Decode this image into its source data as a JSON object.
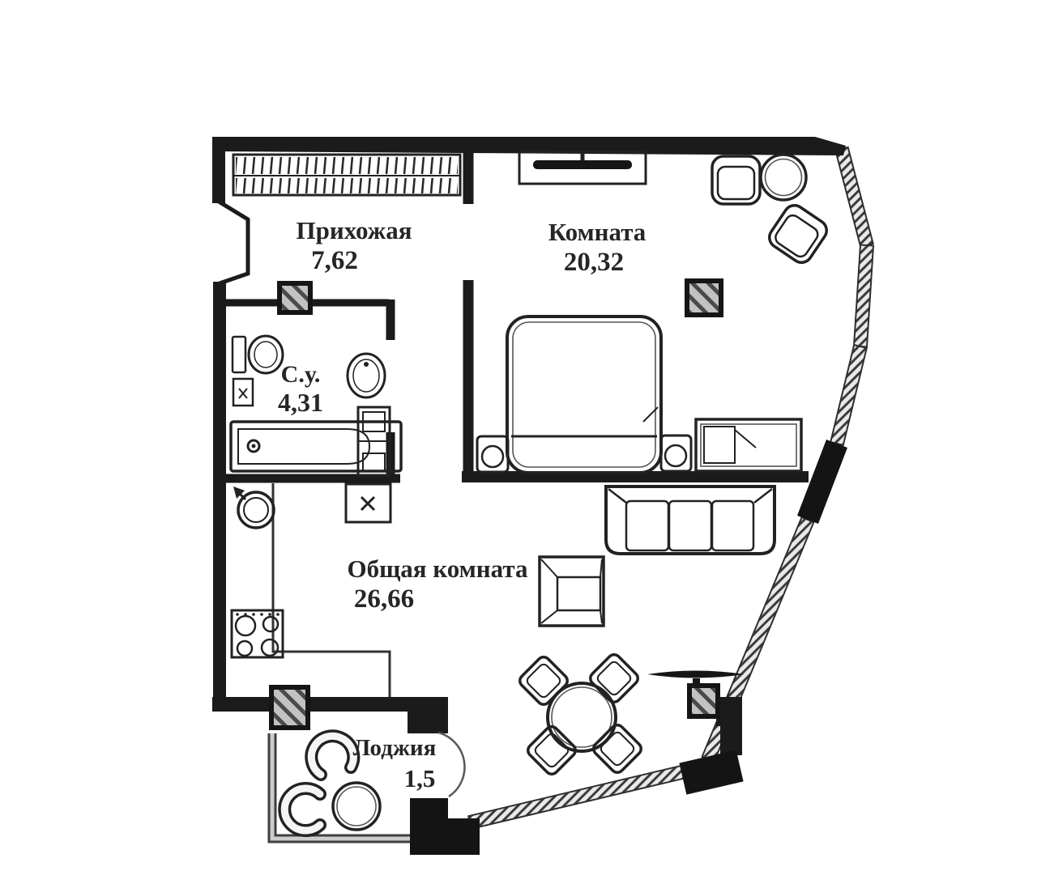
{
  "plan": {
    "rooms": [
      {
        "name": "Прихожая",
        "area": "7,62"
      },
      {
        "name": "Комната",
        "area": "20,32"
      },
      {
        "name": "С.у.",
        "area": "4,31"
      },
      {
        "name": "Общая комната",
        "area": "26,66"
      },
      {
        "name": "Лоджия",
        "area": "1,5"
      }
    ],
    "colors": {
      "walls": "#1b1b1b",
      "lines": "#222222",
      "thin_lines": "#555555",
      "background": "#ffffff",
      "window_hatch": "#3c3c3c",
      "vent_fill": "#c2c2c2",
      "label_text": "#262626"
    }
  }
}
